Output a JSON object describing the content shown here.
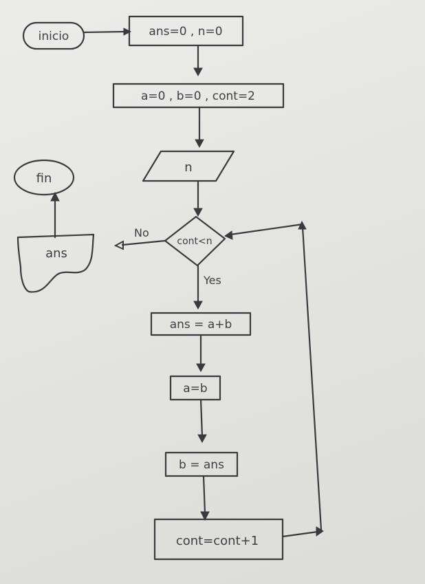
{
  "diagram": {
    "start": "inicio",
    "init_ans_n": "ans=0 , n=0",
    "init_abc": "a=0 , b=0 , cont=2",
    "input": "n",
    "decision": "cont<n",
    "branch_no": "No",
    "branch_yes": "Yes",
    "step_sum": "ans = a+b",
    "step_a": "a=b",
    "step_b": "b = ans",
    "step_inc": "cont=cont+1",
    "output": "ans",
    "end": "fin"
  }
}
